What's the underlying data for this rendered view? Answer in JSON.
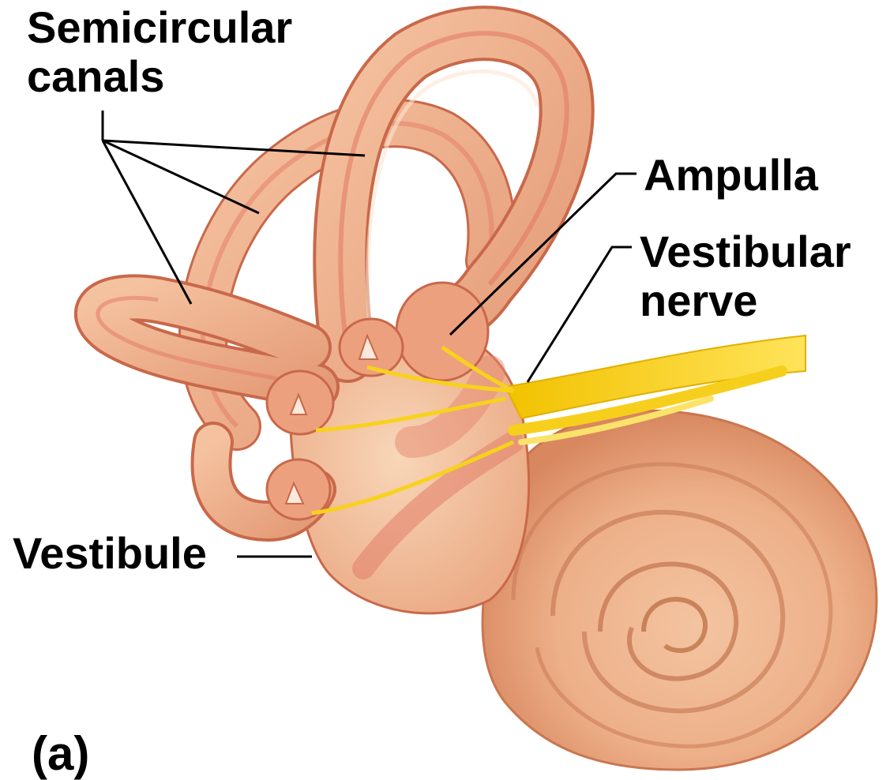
{
  "labels": {
    "semicircular_canals_line1": "Semicircular",
    "semicircular_canals_line2": "canals",
    "ampulla": "Ampulla",
    "vestibular_nerve_line1": "Vestibular",
    "vestibular_nerve_line2": "nerve",
    "vestibule": "Vestibule",
    "panel": "(a)"
  },
  "colors": {
    "tissue_light": "#f6c9a8",
    "tissue_mid": "#eba482",
    "tissue_dark": "#d57a5c",
    "tissue_outline": "#c9684a",
    "canal_inner_red": "#e0735d",
    "nerve_yellow": "#f7d21c",
    "nerve_light": "#fbe66a",
    "cochlea_base": "#efb793",
    "leader_line": "#000000"
  }
}
